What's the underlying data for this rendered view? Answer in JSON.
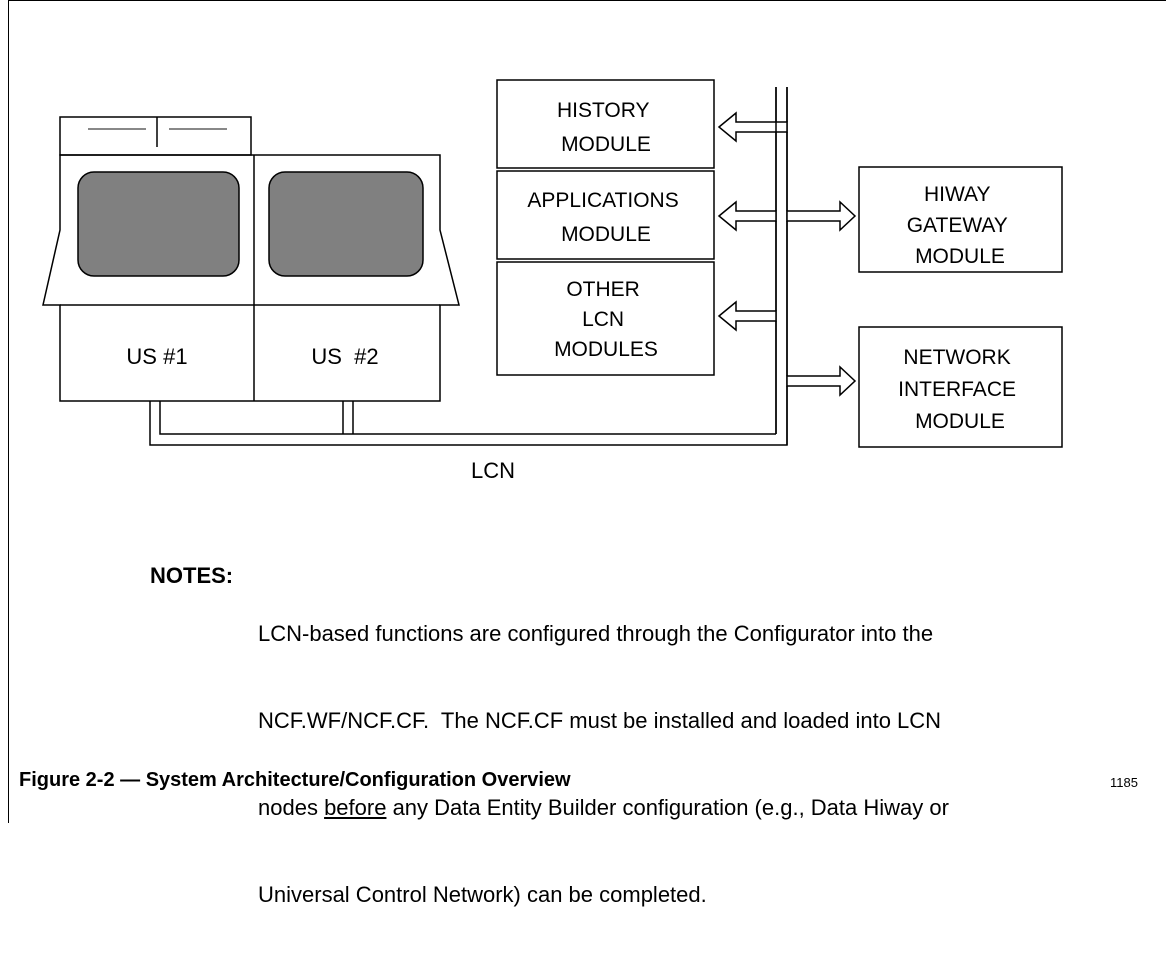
{
  "diagram": {
    "history_module": [
      "HISTORY",
      "MODULE"
    ],
    "applications_module": [
      "APPLICATIONS",
      "MODULE"
    ],
    "other_lcn_modules": [
      "OTHER",
      "LCN",
      "MODULES"
    ],
    "hiway_gateway_module": [
      "HIWAY",
      "GATEWAY",
      "MODULE"
    ],
    "network_interface_module": [
      "NETWORK",
      "INTERFACE",
      "MODULE"
    ],
    "us1_label": "US #1",
    "us2_label": "US  #2",
    "lcn_label": "LCN"
  },
  "notes": {
    "label": "NOTES:",
    "line1": "LCN-based functions are configured through the Configurator into the",
    "line2": "NCF.WF/NCF.CF.  The NCF.CF must be installed and loaded into LCN",
    "line3_pre": "nodes ",
    "line3_underlined": "before",
    "line3_post": " any Data Entity Builder configuration (e.g., Data Hiway or",
    "line4": "Universal Control Network) can be completed."
  },
  "caption": "Figure 2-2 — System Architecture/Configuration Overview",
  "figure_number": "1185"
}
